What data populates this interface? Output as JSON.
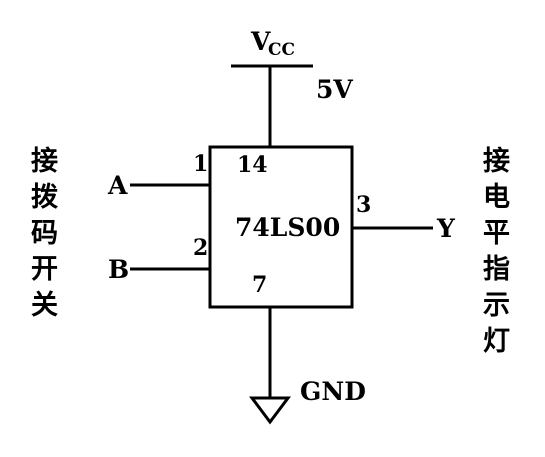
{
  "power": {
    "label": "V",
    "subscript": "CC",
    "voltage": "5V"
  },
  "chip": {
    "name": "74LS00"
  },
  "pins": {
    "a": "1",
    "vcc": "14",
    "b": "2",
    "out": "3",
    "gnd": "7"
  },
  "inputs": {
    "a": "A",
    "b": "B"
  },
  "output": {
    "y": "Y"
  },
  "ground": {
    "label": "GND"
  },
  "left_note": [
    "接",
    "拨",
    "码",
    "开",
    "关"
  ],
  "right_note": [
    "接",
    "电",
    "平",
    "指",
    "示",
    "灯"
  ]
}
